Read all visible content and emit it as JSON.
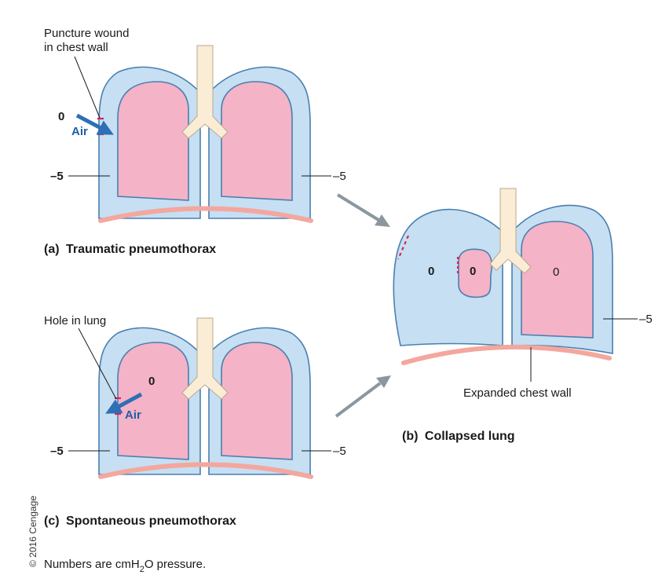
{
  "panel_a": {
    "callout": [
      "Puncture wound",
      "in chest wall"
    ],
    "outside_value": "0",
    "air_label": "Air",
    "left_value": "–5",
    "right_value": "–5",
    "caption_letter": "(a)",
    "caption": "Traumatic pneumothorax"
  },
  "panel_b": {
    "left_space_value": "0",
    "collapsed_lung_value": "0",
    "right_lung_value": "0",
    "right_value": "–5",
    "chest_wall_label": "Expanded chest wall",
    "caption_letter": "(b)",
    "caption": "Collapsed lung"
  },
  "panel_c": {
    "callout": "Hole in lung",
    "lung_value": "0",
    "air_label": "Air",
    "left_value": "–5",
    "right_value": "–5",
    "caption_letter": "(c)",
    "caption": "Spontaneous pneumothorax"
  },
  "copyright": "© 2016 Cengage",
  "note": {
    "prefix": "Numbers are cmH",
    "subscript": "2",
    "suffix": "O pressure."
  },
  "colors": {
    "pleural_space": "#c6dff2",
    "lung": "#f4b3c6",
    "trachea": "#fbecd6",
    "diaphragm": "#f3a79e",
    "air_arrow": "#2e6fb5",
    "wound_mark": "#d6245a",
    "transition_arrow": "#8a979f"
  }
}
